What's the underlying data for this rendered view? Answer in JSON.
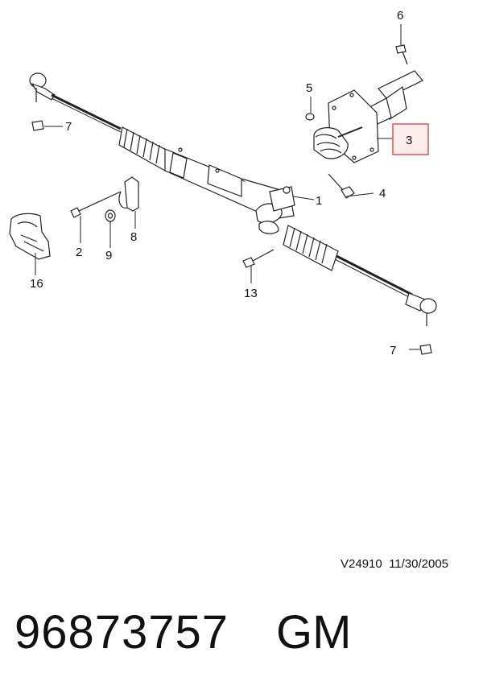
{
  "diagram": {
    "callouts": {
      "c1": "1",
      "c2": "2",
      "c3": "3",
      "c4": "4",
      "c5": "5",
      "c6": "6",
      "c7a": "7",
      "c7b": "7",
      "c8": "8",
      "c9": "9",
      "c13": "13",
      "c16": "16"
    },
    "highlight_color": "#d9545a",
    "highlight_fill": "#fdecec"
  },
  "footer": {
    "drawing_id": "V24910",
    "date": "11/30/2005"
  },
  "product": {
    "part_number": "96873757",
    "brand": "GM"
  }
}
